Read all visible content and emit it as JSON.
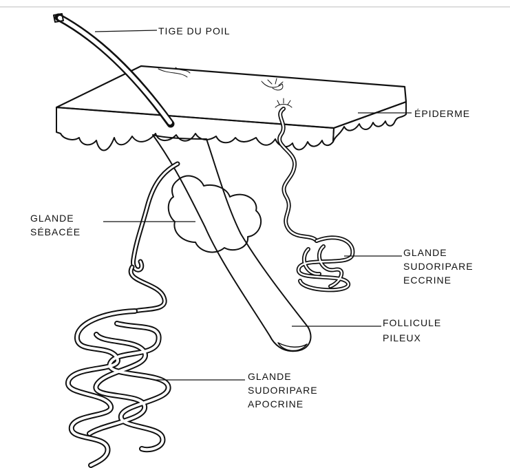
{
  "labels": {
    "hair_shaft": [
      "TIGE DU POIL"
    ],
    "epidermis": [
      "ÉPIDERME"
    ],
    "sebaceous_gland": [
      "GLANDE",
      "SÉBACÉE"
    ],
    "eccrine_gland": [
      "GLANDE",
      "SUDORIPARE",
      "ECCRINE"
    ],
    "hair_follicle": [
      "FOLLICULE",
      "PILEUX"
    ],
    "apocrine_gland": [
      "GLANDE",
      "SUDORIPARE",
      "APOCRINE"
    ]
  },
  "colors": {
    "ink": "#111111",
    "paper": "#ffffff",
    "skin_fill": "#f4f4ee"
  }
}
